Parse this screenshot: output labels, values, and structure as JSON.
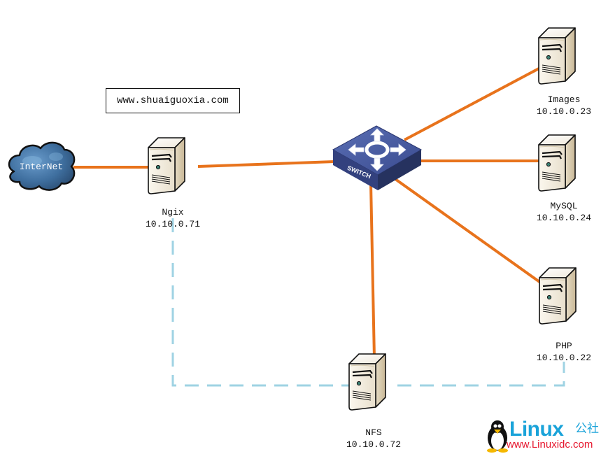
{
  "diagram": {
    "title": "Web cluster network topology",
    "url_label": "www.shuaiguoxia.com",
    "internet": {
      "label": "InterNet"
    },
    "switch": {
      "label": "SWITCH"
    },
    "nodes": [
      {
        "id": "ngix",
        "name": "Ngix",
        "ip": "10.10.0.71"
      },
      {
        "id": "images",
        "name": "Images",
        "ip": "10.10.0.23"
      },
      {
        "id": "mysql",
        "name": "MySQL",
        "ip": "10.10.0.24"
      },
      {
        "id": "php",
        "name": "PHP",
        "ip": "10.10.0.22"
      },
      {
        "id": "nfs",
        "name": "NFS",
        "ip": "10.10.0.72"
      }
    ],
    "links": [
      {
        "from": "internet",
        "to": "ngix",
        "type": "ethernet"
      },
      {
        "from": "ngix",
        "to": "switch",
        "type": "ethernet"
      },
      {
        "from": "switch",
        "to": "images",
        "type": "ethernet"
      },
      {
        "from": "switch",
        "to": "mysql",
        "type": "ethernet"
      },
      {
        "from": "switch",
        "to": "php",
        "type": "ethernet"
      },
      {
        "from": "switch",
        "to": "nfs",
        "type": "ethernet"
      },
      {
        "from": "ngix",
        "to": "nfs",
        "type": "storage-mount"
      },
      {
        "from": "php",
        "to": "nfs",
        "type": "storage-mount"
      }
    ],
    "colors": {
      "ethernet_link": "#e8731c",
      "storage_link": "#9fd3e3",
      "switch_body": "#3d4f94",
      "cloud": "#3b6fa0",
      "server_body": "#e6dcc8"
    }
  },
  "watermark": {
    "brand": "Linux",
    "brand_cn": "公社",
    "url": "www.Linuxidc.com",
    "colors": {
      "brand": "#1aa3d9",
      "url": "#e6162d"
    }
  }
}
